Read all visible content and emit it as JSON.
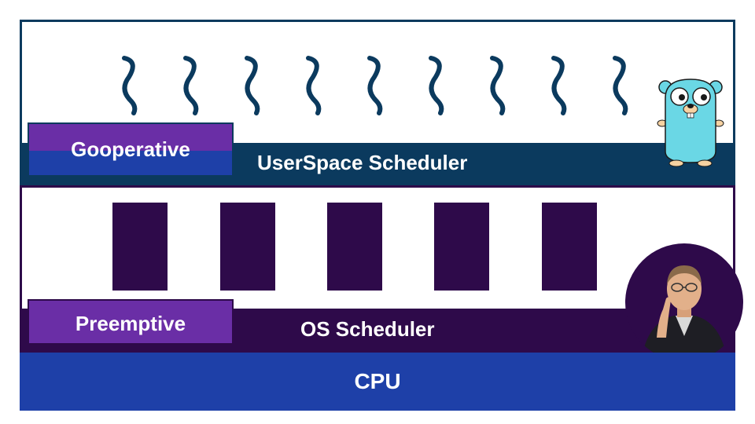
{
  "userspace": {
    "label": "UserSpace Scheduler",
    "badge": "Gooperative"
  },
  "os": {
    "label": "OS Scheduler",
    "badge": "Preemptive"
  },
  "cpu": {
    "label": "CPU"
  },
  "goroutines": {
    "count": 9,
    "color": "#0b3a5e"
  },
  "os_threads": {
    "count": 5
  },
  "colors": {
    "navy": "#0b3a5e",
    "purple_dark": "#2e0a4a",
    "purple": "#6a2ea6",
    "blue": "#1e40a8",
    "gopher": "#6ad7e5"
  },
  "images": [
    {
      "name": "go-gopher-mascot",
      "kind": "illustration"
    },
    {
      "name": "linus-torvalds-photo",
      "kind": "portrait-photo"
    }
  ]
}
